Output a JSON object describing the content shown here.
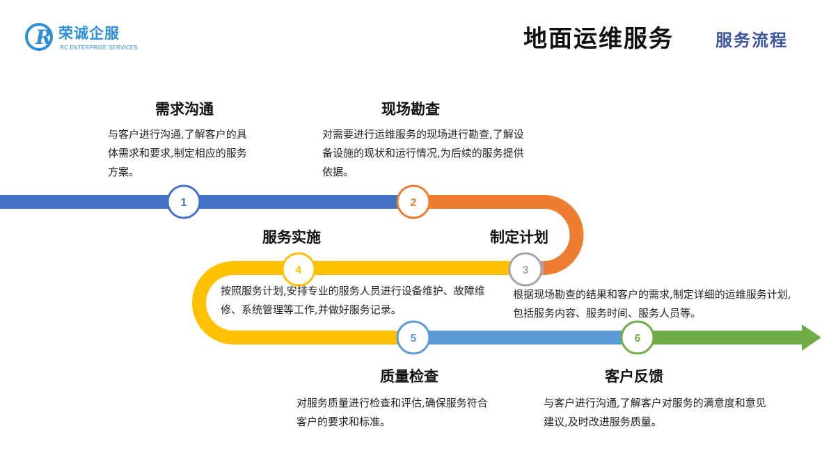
{
  "brand": {
    "name": "荣诚企服",
    "subtitle": "RC ENTERPRISE SERVICES",
    "logo_letter": "R",
    "color": "#2a8fd6"
  },
  "header": {
    "title": "地面运维服务",
    "subtitle": "服务流程"
  },
  "steps": [
    {
      "number": "1",
      "title": "需求沟通",
      "description": "与客户进行沟通,了解客户的具体需求和要求,制定相应的服务方案。",
      "color": "#4472c4"
    },
    {
      "number": "2",
      "title": "现场勘查",
      "description": "对需要进行运维服务的现场进行勘查,了解设备设施的现状和运行情况,为后续的服务提供依据。",
      "color": "#ed7d31"
    },
    {
      "number": "3",
      "title": "制定计划",
      "description": "根据现场勘查的结果和客户的需求,制定详细的运维服务计划,包括服务内容、服务时间、服务人员等。",
      "color": "#a5a5a5"
    },
    {
      "number": "4",
      "title": "服务实施",
      "description": "按照服务计划,安排专业的服务人员进行设备维护、故障维修、系统管理等工作,并做好服务记录。",
      "color": "#ffc000"
    },
    {
      "number": "5",
      "title": "质量检查",
      "description": "对服务质量进行检查和评估,确保服务符合客户的要求和标准。",
      "color": "#5b9bd5"
    },
    {
      "number": "6",
      "title": "客户反馈",
      "description": "与客户进行沟通,了解客户对服务的满意度和意见建议,及时改进服务质量。",
      "color": "#70ad47"
    }
  ]
}
